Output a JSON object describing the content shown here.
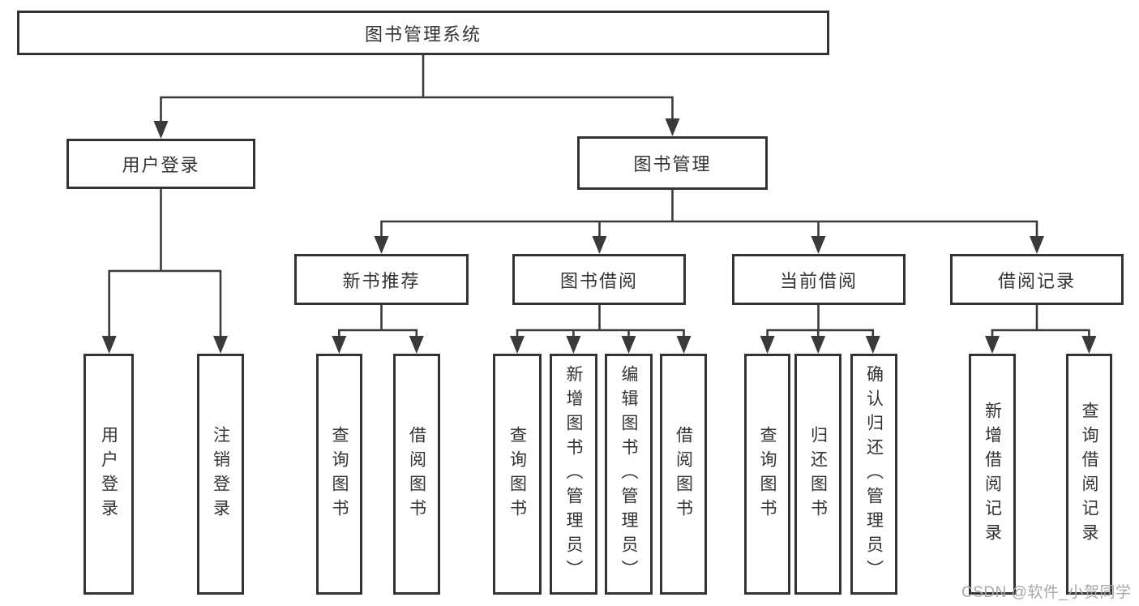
{
  "tree": {
    "label": "图书管理系统",
    "children": [
      {
        "label": "用户登录",
        "children": [
          {
            "label": "用户登录"
          },
          {
            "label": "注销登录"
          }
        ]
      },
      {
        "label": "图书管理",
        "children": [
          {
            "label": "新书推荐",
            "children": [
              {
                "label": "查询图书"
              },
              {
                "label": "借阅图书"
              }
            ]
          },
          {
            "label": "图书借阅",
            "children": [
              {
                "label": "查询图书"
              },
              {
                "label": "新增图书（管理员）"
              },
              {
                "label": "编辑图书（管理员）"
              },
              {
                "label": "借阅图书"
              }
            ]
          },
          {
            "label": "当前借阅",
            "children": [
              {
                "label": "查询图书"
              },
              {
                "label": "归还图书"
              },
              {
                "label": "确认归还（管理员）"
              }
            ]
          },
          {
            "label": "借阅记录",
            "children": [
              {
                "label": "新增借阅记录"
              },
              {
                "label": "查询借阅记录"
              }
            ]
          }
        ]
      }
    ]
  },
  "watermark": {
    "text": "CSDN @软件_小贺同学"
  },
  "colors": {
    "line": "#3a3a3a",
    "box_border": "#333333",
    "text": "#333333",
    "watermark_text": "#a8a8a8",
    "background": "#ffffff"
  }
}
